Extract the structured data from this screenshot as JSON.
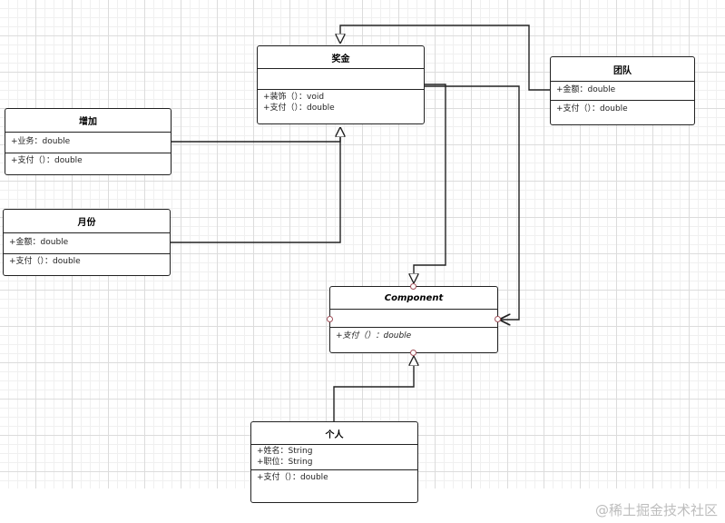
{
  "classes": {
    "bonus": {
      "name": "奖金",
      "operations": [
        "+装饰（）：void",
        "+支付（）：double"
      ]
    },
    "team": {
      "name": "团队",
      "attributes": [
        "+金额：double"
      ],
      "operations": [
        "+支付（）：double"
      ]
    },
    "increase": {
      "name": "增加",
      "attributes": [
        "+业务：double"
      ],
      "operations": [
        "+支付（）：double"
      ]
    },
    "monthly": {
      "name": "月份",
      "attributes": [
        "+金额：double"
      ],
      "operations": [
        "+支付（）：double"
      ]
    },
    "component": {
      "name": "Component",
      "operations": [
        "+支付（）：double"
      ]
    },
    "person": {
      "name": "个人",
      "attributes": [
        "+姓名：String",
        "+职位：String"
      ],
      "operations": [
        "+支付（）：double"
      ]
    }
  },
  "watermark": "@稀土掘金技术社区",
  "colors": {
    "line": "#222222",
    "port": "#a0505a",
    "grid": "#dcdcdc"
  }
}
